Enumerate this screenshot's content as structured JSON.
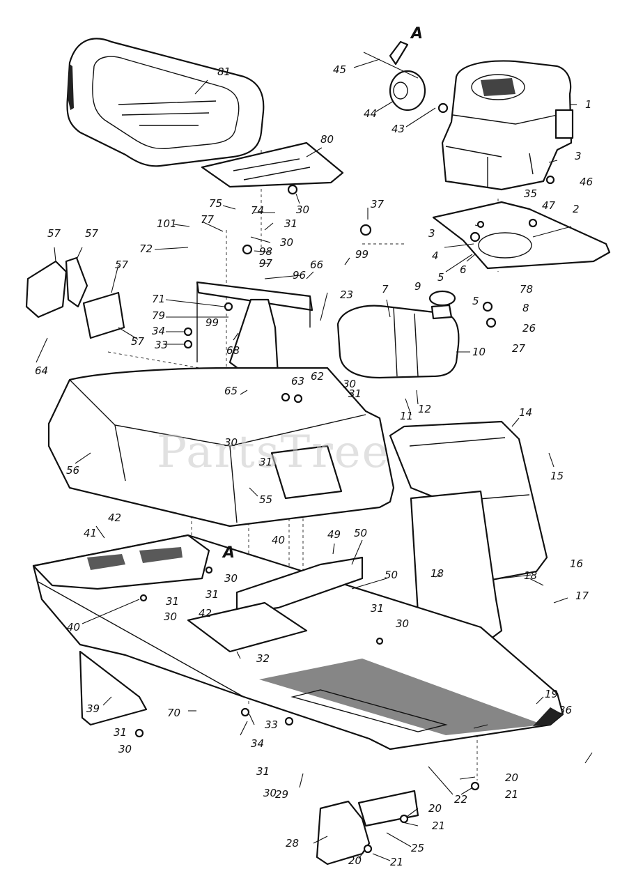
{
  "diagram": {
    "watermark": "PartsTree",
    "view_marker": "A",
    "callouts": [
      "1",
      "2",
      "3",
      "4",
      "5",
      "6",
      "7",
      "8",
      "9",
      "10",
      "11",
      "12",
      "14",
      "15",
      "16",
      "17",
      "18",
      "19",
      "20",
      "21",
      "22",
      "23",
      "25",
      "26",
      "27",
      "28",
      "29",
      "30",
      "31",
      "32",
      "33",
      "34",
      "35",
      "36",
      "37",
      "39",
      "40",
      "41",
      "42",
      "43",
      "44",
      "45",
      "46",
      "47",
      "49",
      "50",
      "55",
      "56",
      "57",
      "62",
      "63",
      "64",
      "65",
      "66",
      "68",
      "70",
      "71",
      "72",
      "74",
      "75",
      "77",
      "78",
      "79",
      "80",
      "81",
      "96",
      "97",
      "98",
      "99",
      "101"
    ]
  }
}
